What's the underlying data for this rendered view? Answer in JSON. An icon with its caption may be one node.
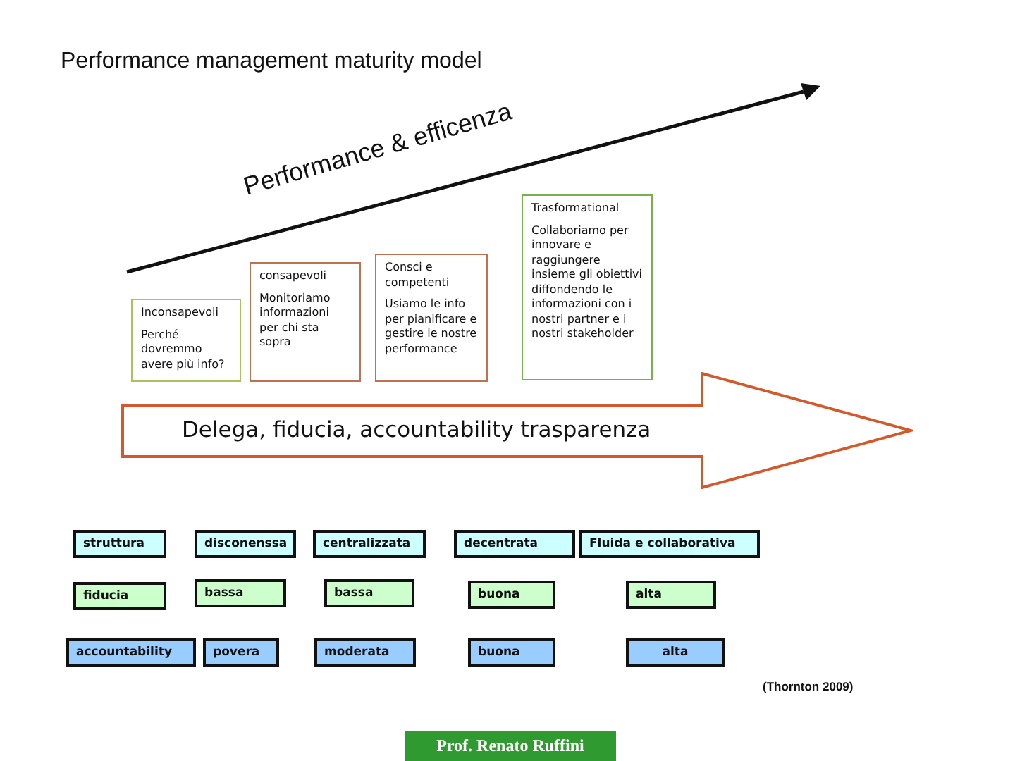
{
  "diagram": {
    "title": "Performance management maturity model",
    "nodes": [
      {
        "text": [
          "Inconsapevoli",
          "Perché dovremmo avere più info?"
        ]
      },
      {
        "text": [
          "consapevoli",
          "Monitoriamo informazioni per chi sta sopra"
        ]
      },
      {
        "text": [
          "Consci e competenti",
          "Usiamo le info per pianificare e gestire le nostre performance"
        ]
      },
      {
        "text": [
          "Trasformational",
          "Collaboriamo per innovare e raggiungere insieme gli obiettivi diffondendo le informazioni con i nostri partner e i nostri stakeholder"
        ]
      },
      {
        "text": [
          "Delega, fiducia, accountability trasparenza"
        ]
      },
      {
        "text": [
          "struttura"
        ]
      },
      {
        "text": [
          "disconenssa"
        ]
      },
      {
        "text": [
          "centralizzata"
        ]
      },
      {
        "text": [
          "decentrata"
        ]
      },
      {
        "text": [
          "Fluida e collaborativa"
        ]
      },
      {
        "text": [
          "fiducia"
        ]
      },
      {
        "text": [
          "bassa"
        ]
      },
      {
        "text": [
          "bassa"
        ]
      },
      {
        "text": [
          "buona"
        ]
      },
      {
        "text": [
          "alta"
        ]
      },
      {
        "text": [
          "accountability"
        ]
      },
      {
        "text": [
          "povera"
        ]
      },
      {
        "text": [
          "moderata"
        ]
      },
      {
        "text": [
          "buona"
        ]
      },
      {
        "text": [
          "alta"
        ]
      },
      {
        "text": [
          "Prof. Renato Ruffini"
        ]
      }
    ],
    "labels": [
      "Performance & efficenza",
      "(Thornton 2009)"
    ]
  }
}
